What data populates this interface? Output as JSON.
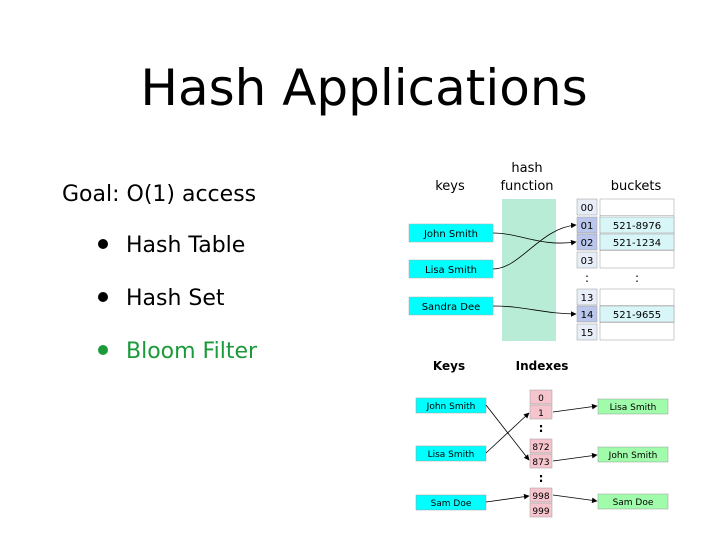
{
  "title": "Hash Applications",
  "goal": "Goal: O(1) access",
  "bullets": [
    {
      "label": "Hash Table"
    },
    {
      "label": "Hash Set"
    },
    {
      "label": "Bloom Filter",
      "highlighted": true
    }
  ],
  "colors": {
    "bullet_highlight": "#1c9a3b",
    "key_box": "#00ffff",
    "hash_function_band": "#b8ecd6",
    "bucket_index_normal": "#e8eef8",
    "bucket_index_highlight": "#bac6ec",
    "bucket_value": "#d8f6f8",
    "result_box": "#a0fcaa",
    "index_box": "#f6c4cc"
  },
  "hash_table_diagram": {
    "keys_header": "keys",
    "hash_header_line1": "hash",
    "hash_header_line2": "function",
    "buckets_header": "buckets",
    "keys": [
      "John Smith",
      "Lisa Smith",
      "Sandra Dee"
    ],
    "bucket_indices": [
      "00",
      "01",
      "02",
      "03",
      "13",
      "14",
      "15"
    ],
    "bucket_values": [
      "521-8976",
      "521-1234",
      "521-9655"
    ],
    "ellipsis": ":"
  },
  "hash_set_diagram": {
    "keys_header": "Keys",
    "indexes_header": "Indexes",
    "keys": [
      "John Smith",
      "Lisa Smith",
      "Sam Doe"
    ],
    "index_groups": [
      [
        "0",
        "1"
      ],
      [
        "872",
        "873"
      ],
      [
        "998",
        "999"
      ]
    ],
    "results": [
      "Lisa Smith",
      "John Smith",
      "Sam Doe"
    ],
    "ellipsis": ":"
  }
}
